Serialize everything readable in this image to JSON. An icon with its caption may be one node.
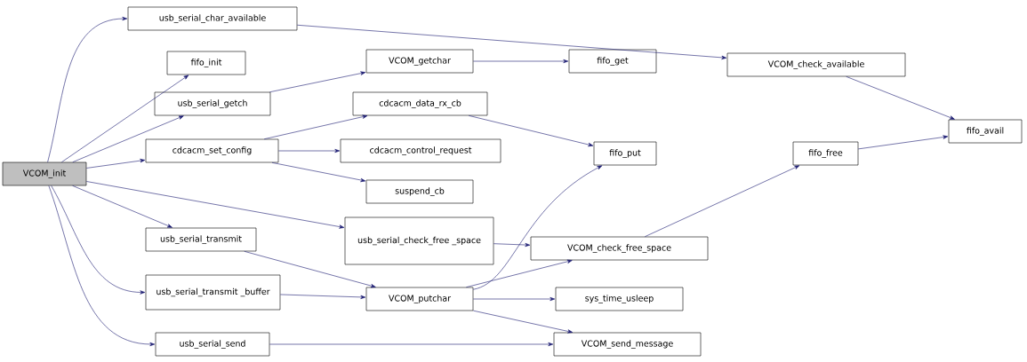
{
  "diagram": {
    "nodes": [
      {
        "text": [
          "VCOM_init"
        ]
      },
      {
        "text": [
          "usb_serial_char_available"
        ]
      },
      {
        "text": [
          "fifo_init"
        ]
      },
      {
        "text": [
          "usb_serial_getch"
        ]
      },
      {
        "text": [
          "VCOM_getchar"
        ]
      },
      {
        "text": [
          "fifo_get"
        ]
      },
      {
        "text": [
          "cdcacm_data_rx_cb"
        ]
      },
      {
        "text": [
          "cdcacm_set_config"
        ]
      },
      {
        "text": [
          "cdcacm_control_request"
        ]
      },
      {
        "text": [
          "suspend_cb"
        ]
      },
      {
        "text": [
          "VCOM_check_available"
        ]
      },
      {
        "text": [
          "fifo_avail"
        ]
      },
      {
        "text": [
          "fifo_free"
        ]
      },
      {
        "text": [
          "fifo_put"
        ]
      },
      {
        "text": [
          "usb_serial_transmit"
        ]
      },
      {
        "text": [
          "usb_serial_check_free _space"
        ]
      },
      {
        "text": [
          "VCOM_check_free_space"
        ]
      },
      {
        "text": [
          "usb_serial_transmit _buffer"
        ]
      },
      {
        "text": [
          "VCOM_putchar"
        ]
      },
      {
        "text": [
          "sys_time_usleep"
        ]
      },
      {
        "text": [
          "usb_serial_send"
        ]
      },
      {
        "text": [
          "VCOM_send_message"
        ]
      }
    ],
    "edges": [
      {
        "from": 0,
        "to": 1,
        "arrow": "to"
      },
      {
        "from": 0,
        "to": 2,
        "arrow": "to"
      },
      {
        "from": 0,
        "to": 3,
        "arrow": "to"
      },
      {
        "from": 0,
        "to": 7,
        "arrow": "to"
      },
      {
        "from": 0,
        "to": 15,
        "arrow": "to"
      },
      {
        "from": 0,
        "to": 14,
        "arrow": "to"
      },
      {
        "from": 0,
        "to": 17,
        "arrow": "to"
      },
      {
        "from": 0,
        "to": 20,
        "arrow": "to"
      },
      {
        "from": 1,
        "to": 10,
        "arrow": "to"
      },
      {
        "from": 3,
        "to": 4,
        "arrow": "to"
      },
      {
        "from": 4,
        "to": 5,
        "arrow": "to"
      },
      {
        "from": 7,
        "to": 6,
        "arrow": "to"
      },
      {
        "from": 7,
        "to": 8,
        "arrow": "to"
      },
      {
        "from": 7,
        "to": 9,
        "arrow": "to"
      },
      {
        "from": 6,
        "to": 13,
        "arrow": "to"
      },
      {
        "from": 10,
        "to": 11,
        "arrow": "to"
      },
      {
        "from": 12,
        "to": 11,
        "arrow": "to"
      },
      {
        "from": 16,
        "to": 12,
        "arrow": "to"
      },
      {
        "from": 15,
        "to": 16,
        "arrow": "to"
      },
      {
        "from": 14,
        "to": 18,
        "arrow": "to"
      },
      {
        "from": 17,
        "to": 18,
        "arrow": "to"
      },
      {
        "from": 18,
        "to": 13,
        "arrow": "to"
      },
      {
        "from": 18,
        "to": 16,
        "arrow": "to"
      },
      {
        "from": 18,
        "to": 19,
        "arrow": "to"
      },
      {
        "from": 18,
        "to": 21,
        "arrow": "to"
      },
      {
        "from": 20,
        "to": 21,
        "arrow": "to"
      }
    ]
  }
}
